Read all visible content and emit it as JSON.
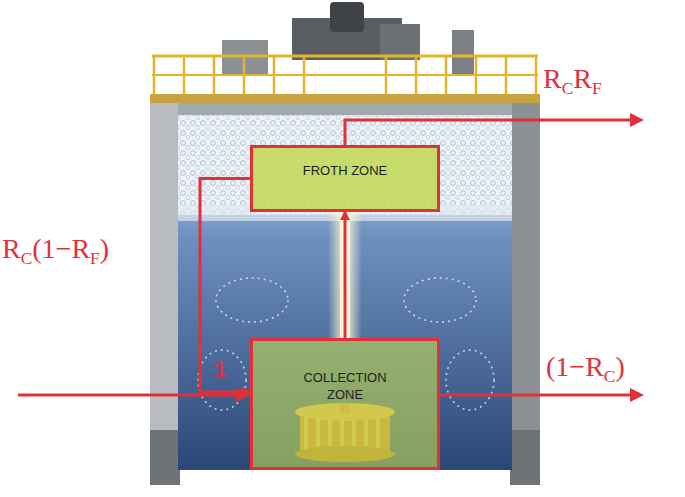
{
  "diagram": {
    "nodes": [
      {
        "text": [
          "FROTH ZONE"
        ]
      },
      {
        "text": [
          "COLLECTION ZONE"
        ]
      }
    ],
    "edges": [
      {
        "from": 1,
        "to": 0,
        "arrow": "to"
      },
      {
        "from": 0,
        "to": 1,
        "arrow": "to",
        "label": "RC(1−RF)"
      }
    ],
    "labels": [
      "RCRF",
      "1",
      "(1−RC)"
    ]
  }
}
